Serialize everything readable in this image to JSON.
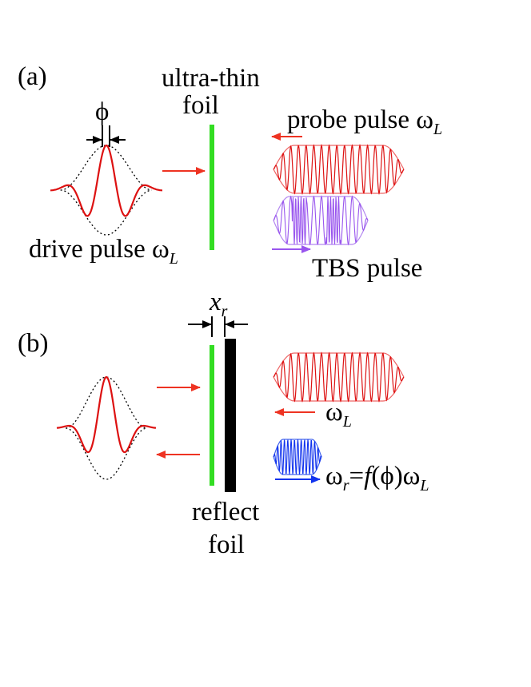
{
  "panel_a": {
    "label": "(a)",
    "foil_label_line1": "ultra-thin",
    "foil_label_line2": "foil",
    "phase_symbol": "ϕ",
    "drive_label": "drive pulse ω",
    "drive_label_sub": "L",
    "probe_label": "probe pulse ω",
    "probe_label_sub": "L",
    "tbs_label": "TBS pulse"
  },
  "panel_b": {
    "label": "(b)",
    "gap_symbol": "x",
    "gap_sub": "r",
    "probe_omega": "ω",
    "probe_omega_sub": "L",
    "reflected_lhs": "ω",
    "reflected_lhs_sub": "r",
    "reflected_eq": "=",
    "reflected_f": "f",
    "reflected_arg": "(ϕ)ω",
    "reflected_rhs_sub": "L",
    "reflect_label_line1": "reflect",
    "reflect_label_line2": "foil"
  },
  "colors": {
    "foil": "#33dd22",
    "arrow_red": "#ee3322",
    "pulse_red": "#dd1111",
    "tbs_purple": "#9955ee",
    "reflected_blue": "#1133ee",
    "reflect_foil": "#000000"
  }
}
